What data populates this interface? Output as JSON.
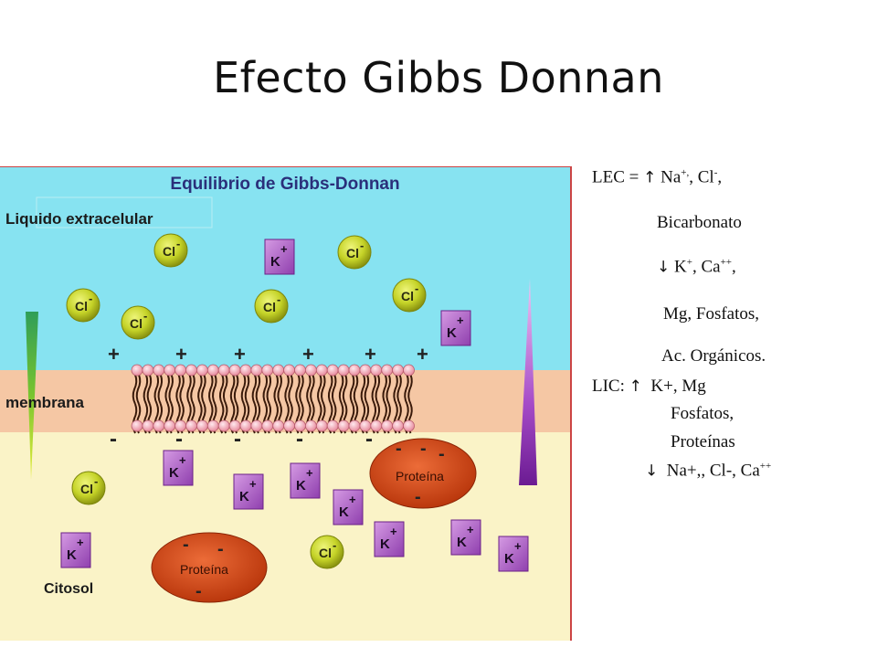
{
  "slide": {
    "title": "Efecto Gibbs Donnan"
  },
  "figure": {
    "heading": "Equilibrio de Gibbs-Donnan",
    "labels": {
      "extracellular": "Liquido extracelular",
      "membrane": "membrana",
      "cytosol": "Citosol"
    },
    "ions": {
      "chloride": "Cl",
      "potassium": "K"
    },
    "protein_label": "Proteína",
    "charges": {
      "positive": "+",
      "negative": "-"
    },
    "colors": {
      "extracellular": "#87E3F1",
      "membrane": "#F5C7A4",
      "cytosol": "#FAF3C7",
      "chloride": "#C7D62A",
      "potassium": "#B56ACB",
      "protein": "#D84A1E"
    }
  },
  "notes": {
    "lec_prefix": "LEC = ",
    "up_arrow": "↑",
    "down_arrow": "↓",
    "na_text": "Na",
    "na_sup": "+,",
    "na_suffix": ", Cl",
    "cl_sup": "-",
    "comma": ",",
    "bicarbonato": "Bicarbonato",
    "k_text": "K",
    "k_sup": "+",
    "ca_text": ", Ca",
    "ca_sup": "++",
    "mg_fosfatos": "Mg, Fosfatos,",
    "ac_organicos": "Ac. Orgánicos.",
    "lic_prefix": "LIC: ",
    "lic_k_mg": "K+,  Mg",
    "fosfatos": "Fosfatos,",
    "proteinas": "Proteínas",
    "lic_na_cl_ca": "Na+,, Cl-, Ca",
    "lic_ca_sup": "++"
  }
}
